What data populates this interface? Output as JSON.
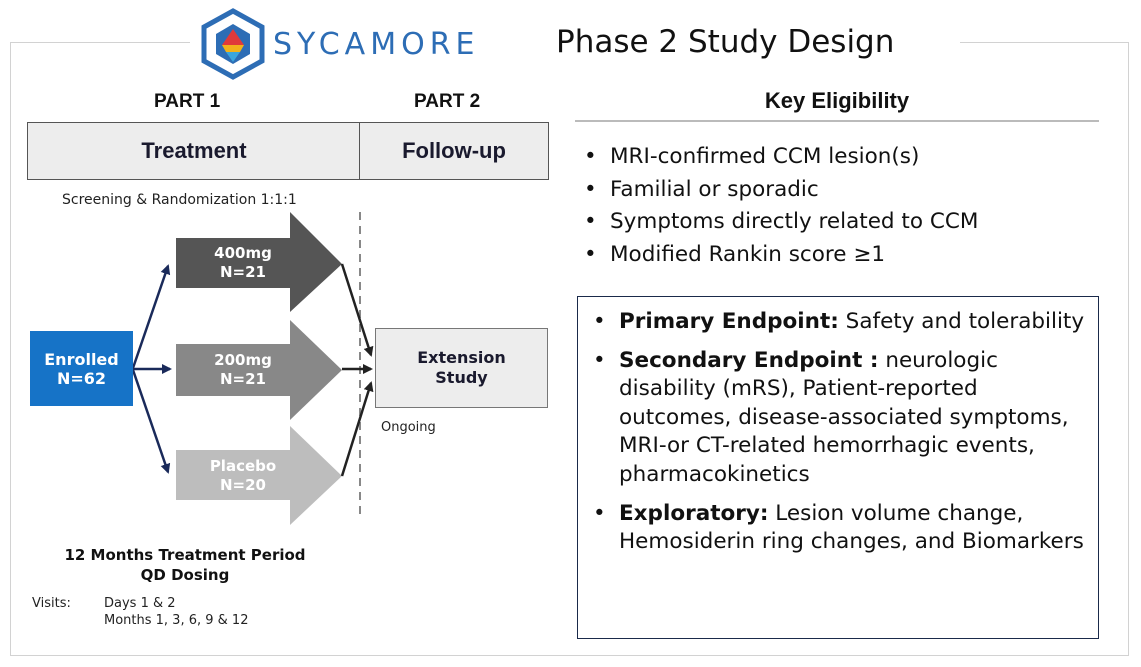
{
  "header": {
    "brand": "SYCAMORE",
    "title": "Phase 2 Study Design",
    "logo_icon": "sycamore-logo-icon"
  },
  "design": {
    "part1_label": "PART 1",
    "part2_label": "PART 2",
    "treatment_label": "Treatment",
    "followup_label": "Follow-up",
    "screening_label": "Screening & Randomization 1:1:1",
    "enrolled": {
      "line1": "Enrolled",
      "line2": "N=62"
    },
    "arms": [
      {
        "dose": "400mg",
        "n": "N=21",
        "color": "#555555"
      },
      {
        "dose": "200mg",
        "n": "N=21",
        "color": "#888888"
      },
      {
        "dose": "Placebo",
        "n": "N=20",
        "color": "#bdbdbd"
      }
    ],
    "extension": {
      "line1": "Extension",
      "line2": "Study"
    },
    "ongoing_label": "Ongoing",
    "period_line1": "12 Months Treatment Period",
    "period_line2": "QD Dosing",
    "visits_label": "Visits:",
    "visits_lines": [
      "Days 1 & 2",
      "Months 1, 3, 6, 9 & 12"
    ]
  },
  "eligibility": {
    "title": "Key Eligibility",
    "items": [
      "MRI-confirmed CCM lesion(s)",
      "Familial or sporadic",
      "Symptoms directly related to CCM",
      "Modified Rankin score ≥1"
    ]
  },
  "endpoints": [
    {
      "label": "Primary Endpoint:",
      "text": " Safety and tolerability"
    },
    {
      "label": "Secondary Endpoint :",
      "text": " neurologic disability (mRS), Patient-reported outcomes, disease-associated symptoms, MRI-or CT-related hemorrhagic events, pharmacokinetics"
    },
    {
      "label": "Exploratory:",
      "text": " Lesion volume change, Hemosiderin ring changes, and Biomarkers"
    }
  ],
  "colors": {
    "brand_blue": "#2d6db5",
    "enrolled_blue": "#1673c7",
    "arrow_navy": "#1a2a5a",
    "box_gray": "#ededed"
  }
}
